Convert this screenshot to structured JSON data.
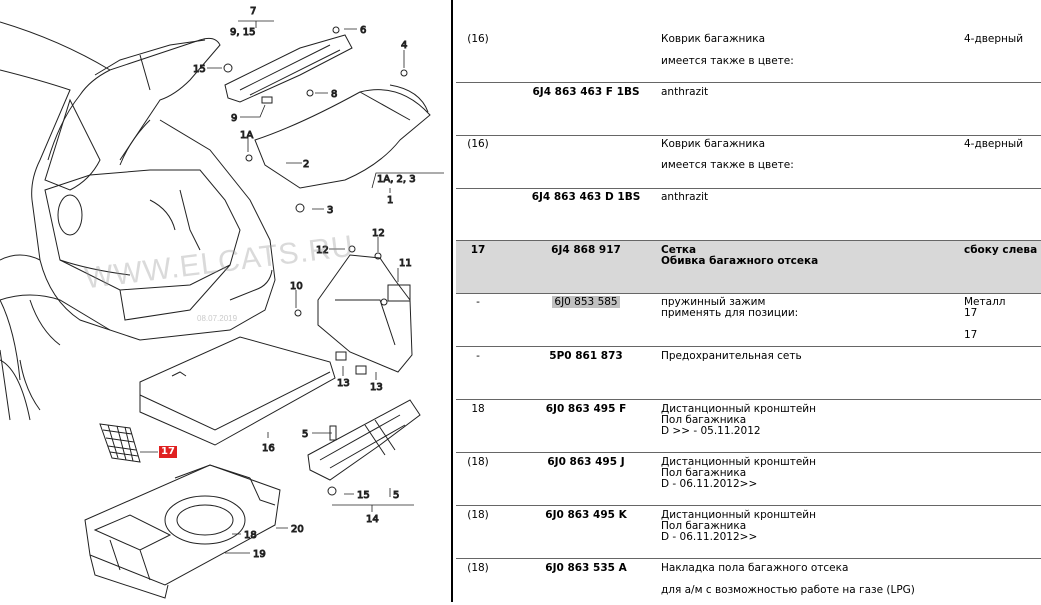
{
  "diagram": {
    "watermark": "WWW.ELCATS.RU",
    "watermark_date": "08.07.2019",
    "highlight_label": "17",
    "callouts": {
      "c7": "7",
      "c9_15": "9, 15",
      "c6": "6",
      "c15a": "15",
      "c4": "4",
      "c8": "8",
      "c9": "9",
      "c1A": "1A",
      "c2": "2",
      "c1A_2_3": "1A, 2, 3",
      "c1": "1",
      "c3": "3",
      "c12a": "12",
      "c12b": "12",
      "c11": "11",
      "c10": "10",
      "c13a": "13",
      "c13b": "13",
      "c16": "16",
      "c5a": "5",
      "c15b": "15",
      "c5b": "5",
      "c14": "14",
      "c20": "20",
      "c18": "18",
      "c19": "19"
    }
  },
  "parts": [
    {
      "pos": "(16)",
      "number": "",
      "desc": [
        "Коврик багажника",
        "имеется также в цвете:"
      ],
      "note": [
        "4-дверный"
      ]
    },
    {
      "pos": "",
      "number": "6J4 863 463 F 1BS",
      "desc": [
        "anthrazit"
      ],
      "note": []
    },
    {
      "pos": "(16)",
      "number": "",
      "desc": [
        "Коврик багажника",
        "имеется также в цвете:"
      ],
      "note": [
        "4-дверный"
      ]
    },
    {
      "pos": "",
      "number": "6J4 863 463 D 1BS",
      "desc": [
        "anthrazit"
      ],
      "note": []
    },
    {
      "pos": "17",
      "number": "6J4 868 917",
      "desc": [
        "Сетка",
        "Обивка багажного отсека"
      ],
      "note": [
        "сбоку слева"
      ]
    },
    {
      "pos": "-",
      "number": "6J0 853 585",
      "desc": [
        "пружинный зажим",
        "применять для позиции:"
      ],
      "note": [
        "Металл",
        "17",
        "",
        "17"
      ]
    },
    {
      "pos": "-",
      "number": "5P0 861 873",
      "desc": [
        "Предохранительная сеть"
      ],
      "note": []
    },
    {
      "pos": "18",
      "number": "6J0 863 495 F",
      "desc": [
        "Дистанционный кронштейн",
        "Пол багажника",
        "D >> - 05.11.2012"
      ],
      "note": []
    },
    {
      "pos": "(18)",
      "number": "6J0 863 495 J",
      "desc": [
        "Дистанционный кронштейн",
        "Пол багажника",
        "D - 06.11.2012>>"
      ],
      "note": []
    },
    {
      "pos": "(18)",
      "number": "6J0 863 495 K",
      "desc": [
        "Дистанционный кронштейн",
        "Пол багажника",
        "D - 06.11.2012>>"
      ],
      "note": []
    },
    {
      "pos": "(18)",
      "number": "6J0 863 535 A",
      "desc": [
        "Накладка пола багажного отсека",
        "для а/м с возможностью работе на газе (LPG)"
      ],
      "note": []
    }
  ]
}
